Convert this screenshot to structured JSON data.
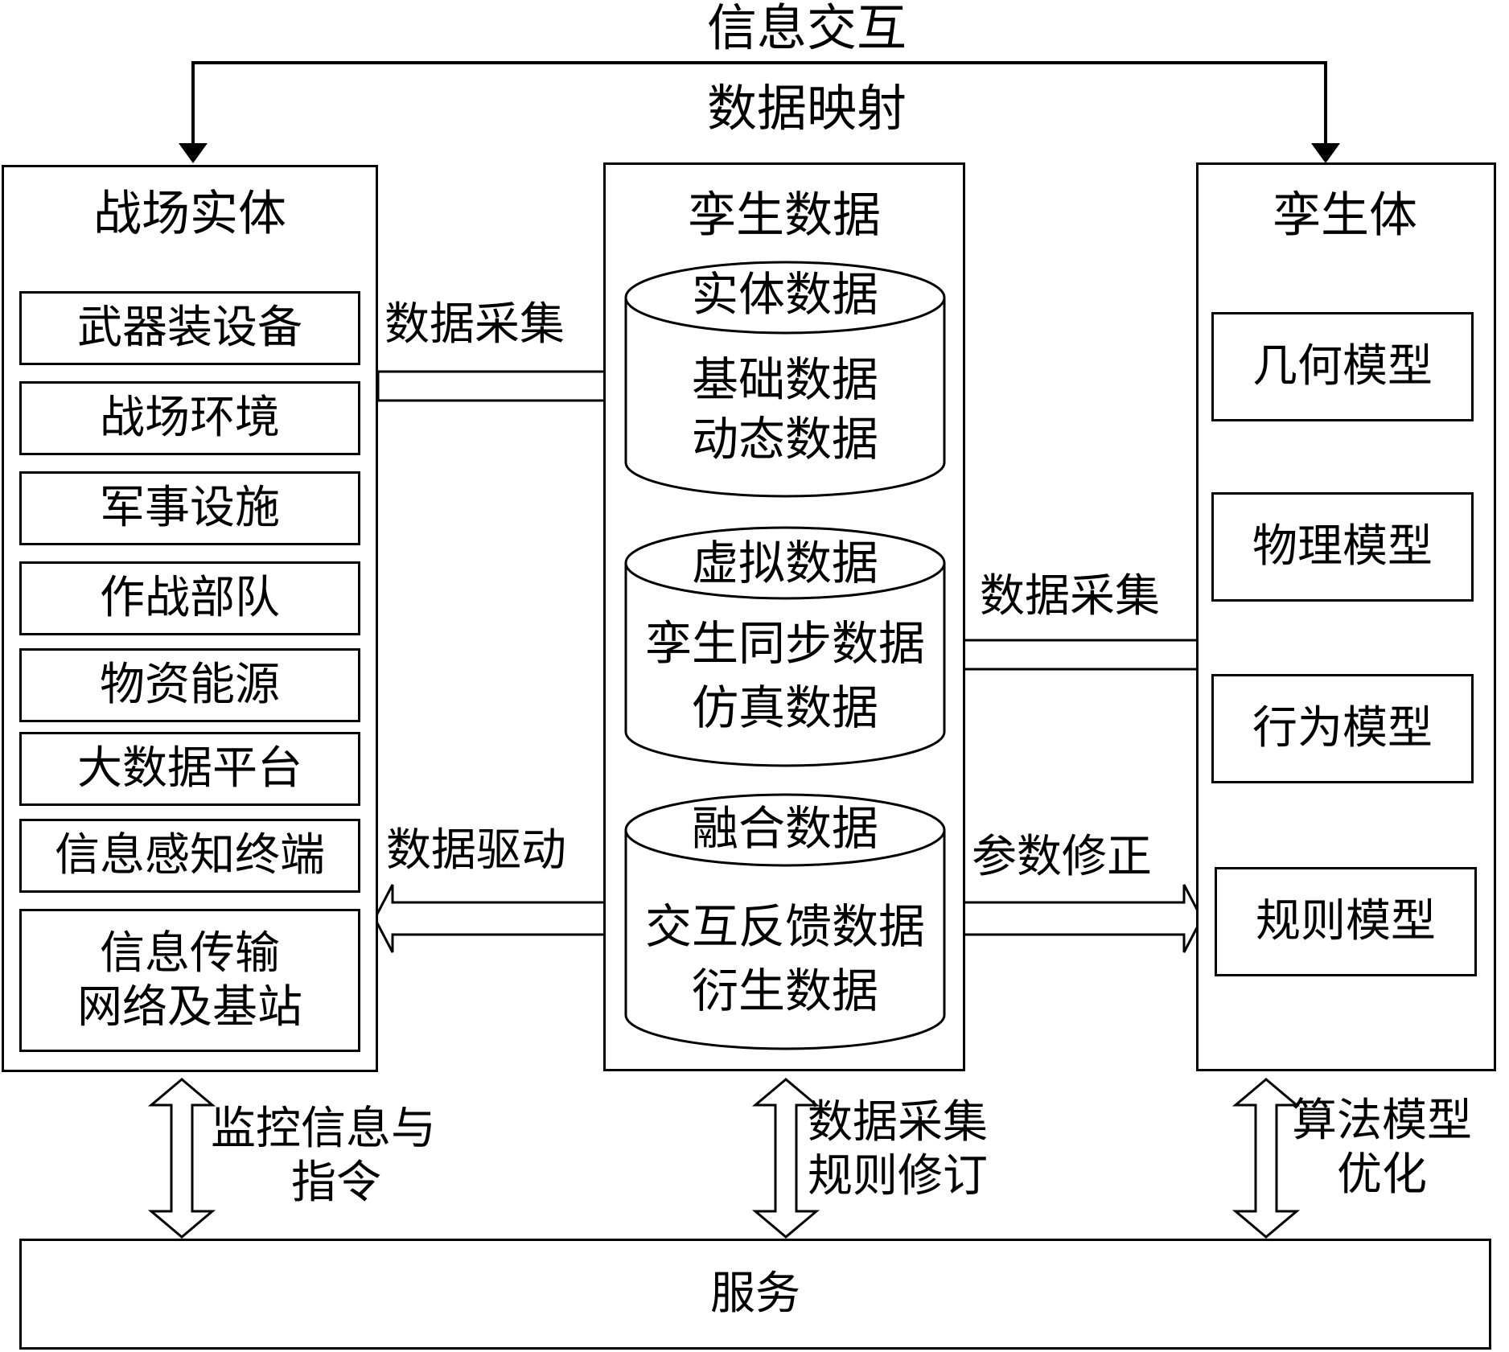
{
  "top": {
    "info_interaction": "信息交互",
    "data_mapping": "数据映射"
  },
  "left_panel": {
    "title": "战场实体",
    "items": [
      "武器装设备",
      "战场环境",
      "军事设施",
      "作战部队",
      "物资能源",
      "大数据平台",
      "信息感知终端"
    ],
    "last_item": {
      "line1": "信息传输",
      "line2": "网络及基站"
    }
  },
  "center_panel": {
    "title": "孪生数据",
    "cylinders": [
      {
        "name": "实体数据",
        "line1": "基础数据",
        "line2": "动态数据"
      },
      {
        "name": "虚拟数据",
        "line1": "孪生同步数据",
        "line2": "仿真数据"
      },
      {
        "name": "融合数据",
        "line1": "交互反馈数据",
        "line2": "衍生数据"
      }
    ]
  },
  "right_panel": {
    "title": "孪生体",
    "items": [
      "几何模型",
      "物理模型",
      "行为模型",
      "规则模型"
    ]
  },
  "arrows": {
    "left_to_center": "数据采集",
    "right_to_center": "数据采集",
    "center_to_left": "数据驱动",
    "center_to_right": "参数修正"
  },
  "bottom": {
    "left": {
      "line1": "监控信息与",
      "line2": "指令"
    },
    "center": {
      "line1": "数据采集",
      "line2": "规则修订"
    },
    "right": {
      "line1": "算法模型",
      "line2": "优化"
    },
    "service": "服务"
  }
}
